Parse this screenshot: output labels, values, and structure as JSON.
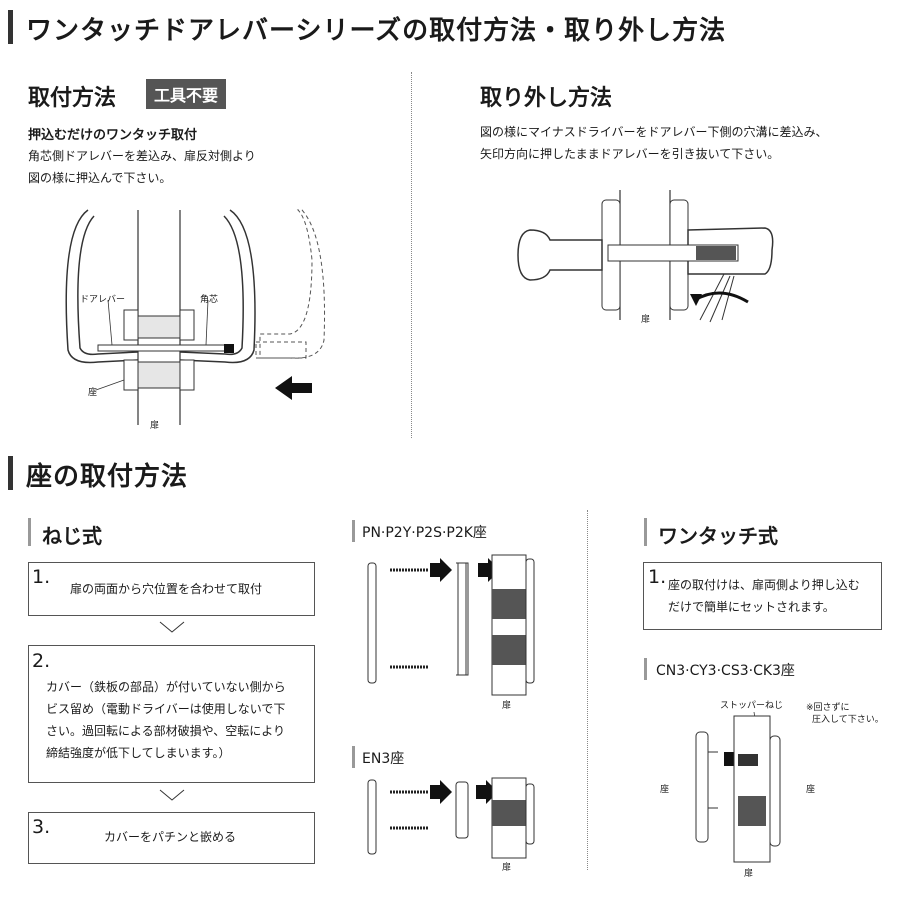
{
  "header": {
    "title": "ワンタッチドアレバーシリーズの取付方法・取り外し方法"
  },
  "install": {
    "title": "取付方法",
    "badge": "工具不要",
    "subtitle": "押込むだけのワンタッチ取付",
    "desc_line1": "角芯側ドアレバーを差込み、扉反対側より",
    "desc_line2": "図の様に押込んで下さい。",
    "label_lever": "ドアレバー",
    "label_spindle": "角芯",
    "label_seat": "座",
    "label_door": "扉"
  },
  "removal": {
    "title": "取り外し方法",
    "desc_line1": "図の様にマイナスドライバーをドアレバー下側の穴溝に差込み、",
    "desc_line2": "矢印方向に押したままドアレバーを引き抜いて下さい。",
    "label_door": "扉"
  },
  "seat_section": {
    "title": "座の取付方法"
  },
  "screw": {
    "title": "ねじ式",
    "step1_no": "1.",
    "step1_text": "扉の両面から穴位置を合わせて取付",
    "step2_no": "2.",
    "step2_line1": "カバー（鉄板の部品）が付いていない側から",
    "step2_line2": "ビス留め（電動ドライバーは使用しないで下",
    "step2_line3": "さい。過回転による部材破損や、空転により",
    "step2_line4": "締結強度が低下してしまいます。）",
    "step3_no": "3.",
    "step3_text": "カバーをパチンと嵌める"
  },
  "pn": {
    "title": "PN·P2Y·P2S·P2K座",
    "label_door": "扉"
  },
  "en3": {
    "title": "EN3座",
    "label_door": "扉"
  },
  "onetouch": {
    "title": "ワンタッチ式",
    "step1_no": "1.",
    "step1_line1": "座の取付けは、扉両側より押し込む",
    "step1_line2": "だけで簡単にセットされます。"
  },
  "cn3": {
    "title": "CN3·CY3·CS3·CK3座",
    "label_stopper": "ストッパーねじ",
    "note_line1": "※回さずに",
    "note_line2": "圧入して下さい。",
    "label_seat_left": "座",
    "label_seat_right": "座",
    "label_door": "扉"
  }
}
